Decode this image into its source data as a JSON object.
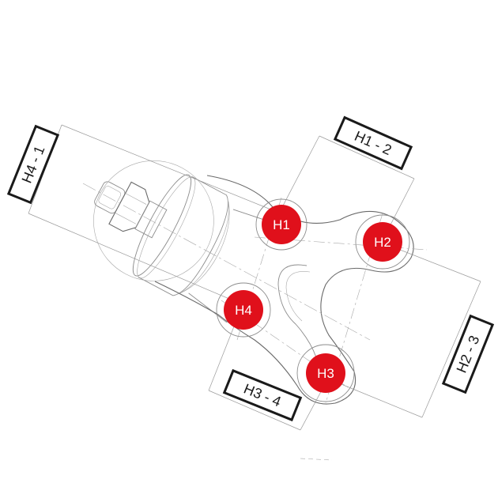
{
  "colors": {
    "hole": "#e0101b",
    "label_border": "#1a1a1a",
    "line": "#8c8c8c"
  },
  "holes": [
    {
      "label": "H1"
    },
    {
      "label": "H2"
    },
    {
      "label": "H3"
    },
    {
      "label": "H4"
    }
  ],
  "dimensions": {
    "h1_2": "H1 - 2",
    "h2_3": "H2 - 3",
    "h3_4": "H3 - 4",
    "h4_1": "H4 - 1"
  }
}
